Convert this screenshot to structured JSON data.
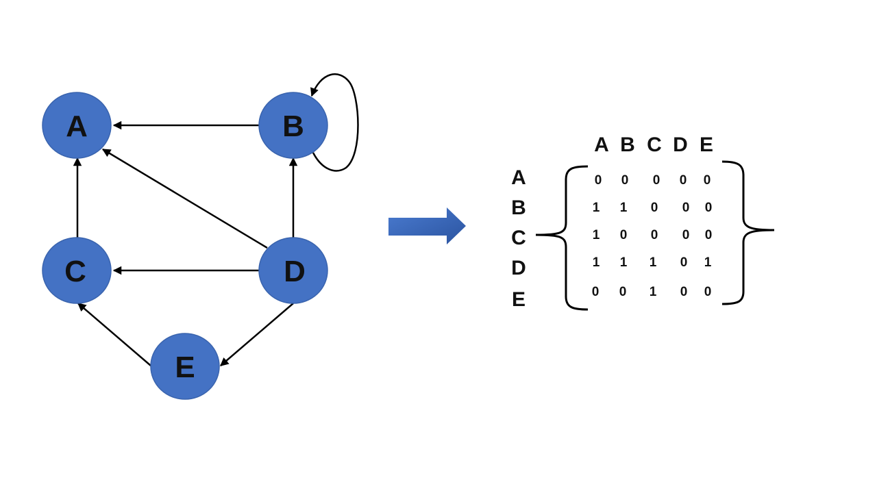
{
  "nodes": {
    "A": {
      "label": "A"
    },
    "B": {
      "label": "B"
    },
    "C": {
      "label": "C"
    },
    "D": {
      "label": "D"
    },
    "E": {
      "label": "E"
    }
  },
  "edges": [
    {
      "from": "B",
      "to": "A"
    },
    {
      "from": "B",
      "to": "B"
    },
    {
      "from": "C",
      "to": "A"
    },
    {
      "from": "D",
      "to": "A"
    },
    {
      "from": "D",
      "to": "B"
    },
    {
      "from": "D",
      "to": "C"
    },
    {
      "from": "D",
      "to": "E"
    },
    {
      "from": "E",
      "to": "C"
    }
  ],
  "matrix": {
    "col_headers": [
      "A",
      "B",
      "C",
      "D",
      "E"
    ],
    "row_headers": [
      "A",
      "B",
      "C",
      "D",
      "E"
    ],
    "rows": [
      [
        "0",
        "0",
        "0",
        "0",
        "0"
      ],
      [
        "1",
        "1",
        "0",
        "0",
        "0"
      ],
      [
        "1",
        "0",
        "0",
        "0",
        "0"
      ],
      [
        "1",
        "1",
        "1",
        "0",
        "1"
      ],
      [
        "0",
        "0",
        "1",
        "0",
        "0"
      ]
    ]
  },
  "colors": {
    "node_fill": "#4472C4",
    "node_stroke": "#3A64AE",
    "arrow_light": "#4A7BD0",
    "arrow_dark": "#2B54A0"
  }
}
